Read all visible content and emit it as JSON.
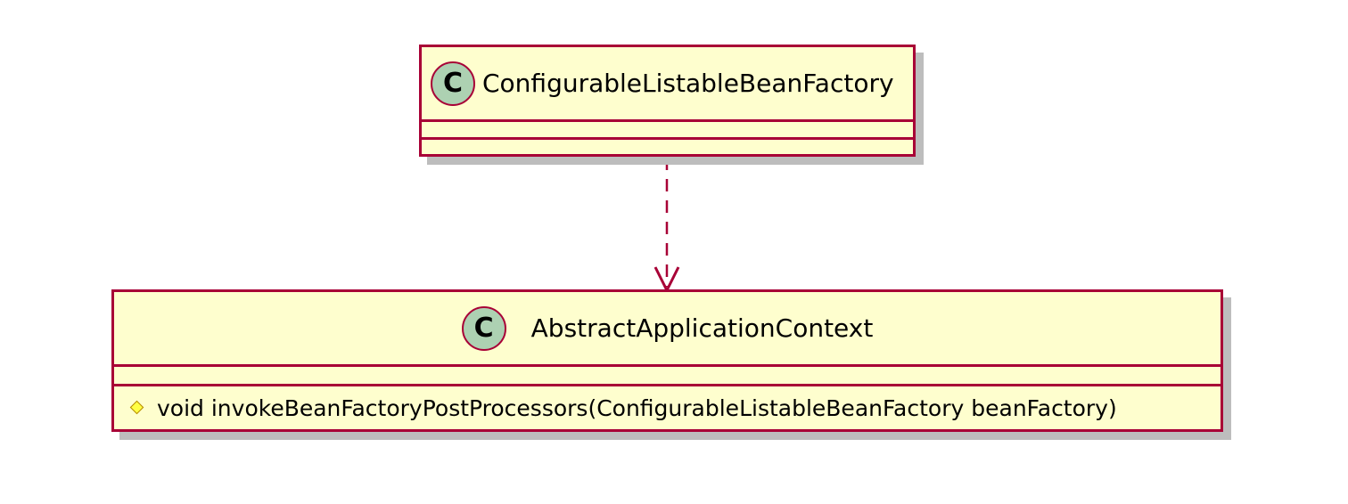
{
  "diagram": {
    "classes": [
      {
        "id": "configurable",
        "stereotype_letter": "C",
        "name": "ConfigurableListableBeanFactory",
        "methods": []
      },
      {
        "id": "abstract",
        "stereotype_letter": "C",
        "name": "AbstractApplicationContext",
        "methods": [
          {
            "visibility": "protected",
            "signature": "void invokeBeanFactoryPostProcessors(ConfigurableListableBeanFactory beanFactory)"
          }
        ]
      }
    ],
    "relations": [
      {
        "from": "configurable",
        "to": "abstract",
        "type": "dependency",
        "style": "dashed-arrow"
      }
    ],
    "colors": {
      "box_fill": "#fefece",
      "border": "#a80036",
      "stereotype_fill": "#add1b2",
      "shadow": "#bdbdbd",
      "protected_icon": "#ffff44"
    }
  }
}
